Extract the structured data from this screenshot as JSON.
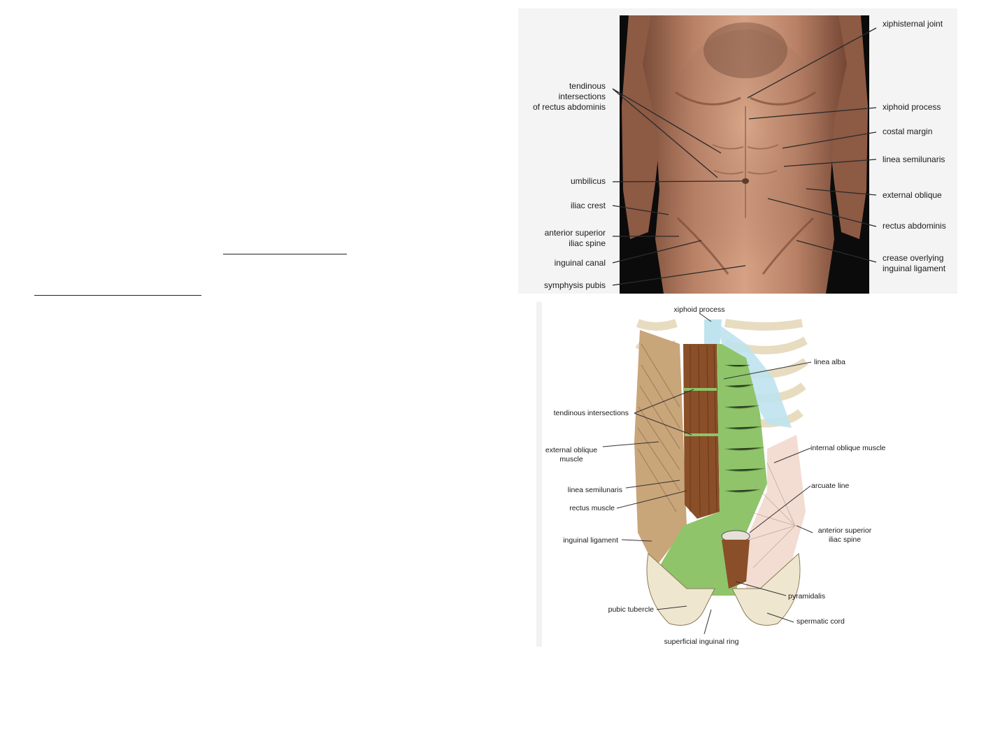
{
  "photo_figure": {
    "left_labels": [
      "tendinous",
      "intersections",
      "of rectus abdominis",
      "umbilicus",
      "iliac crest",
      "anterior superior",
      "iliac spine",
      "inguinal canal",
      "symphysis pubis"
    ],
    "right_labels": [
      "xiphisternal joint",
      "xiphoid process",
      "costal margin",
      "linea semilunaris",
      "external oblique",
      "rectus abdominis",
      "crease overlying",
      "inguinal ligament"
    ]
  },
  "drawing_figure": {
    "top_label": "xiphoid process",
    "left_labels": [
      "tendinous intersections",
      "external oblique",
      "muscle",
      "linea semilunaris",
      "rectus muscle",
      "inguinal ligament",
      "pubic tubercle"
    ],
    "right_labels": [
      "linea alba",
      "internal oblique muscle",
      "arcuate line",
      "anterior superior",
      "iliac spine",
      "pyramidalis",
      "spermatic cord"
    ],
    "bottom_label": "superficial inguinal ring"
  },
  "colors": {
    "photo_background": "#0b0b0b",
    "skin": "#c08a6c",
    "aponeurosis_green": "#8fc46a",
    "rib_cartilage_blue": "#bfe3ef",
    "rectus_brown": "#8a4f28",
    "oblique_tan": "#c9a57a",
    "bone": "#efe6cf"
  }
}
